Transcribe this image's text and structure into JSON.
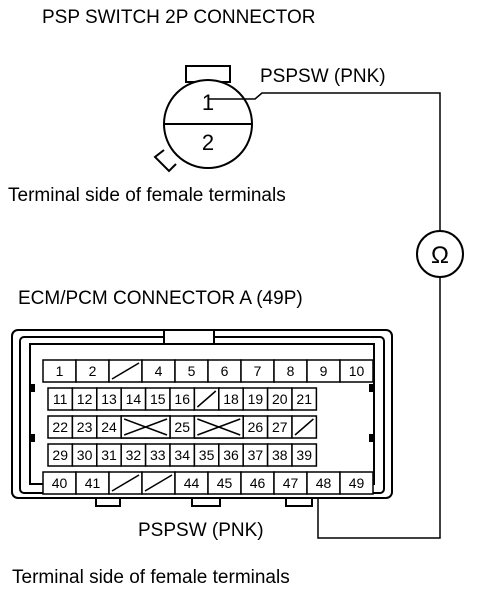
{
  "psp_connector": {
    "title": "PSP SWITCH 2P CONNECTOR",
    "pins": [
      "1",
      "2"
    ],
    "wire_label": "PSPSW (PNK)",
    "view_label": "Terminal side of female terminals"
  },
  "meter": {
    "symbol": "Ω"
  },
  "ecm_connector": {
    "title": "ECM/PCM CONNECTOR A (49P)",
    "wire_label": "PSPSW (PNK)",
    "view_label": "Terminal side of female terminals",
    "rows": [
      [
        "1",
        "2",
        "",
        "4",
        "5",
        "6",
        "7",
        "8",
        "9",
        "10"
      ],
      [
        "11",
        "12",
        "13",
        "14",
        "15",
        "16",
        "",
        "18",
        "19",
        "20",
        "21"
      ],
      [
        "22",
        "23",
        "24",
        "",
        "",
        "25",
        "",
        "",
        "26",
        "27",
        ""
      ],
      [
        "29",
        "30",
        "31",
        "32",
        "33",
        "34",
        "35",
        "36",
        "37",
        "38",
        "39"
      ],
      [
        "40",
        "41",
        "",
        "",
        "44",
        "45",
        "46",
        "47",
        "48",
        "49"
      ]
    ]
  }
}
